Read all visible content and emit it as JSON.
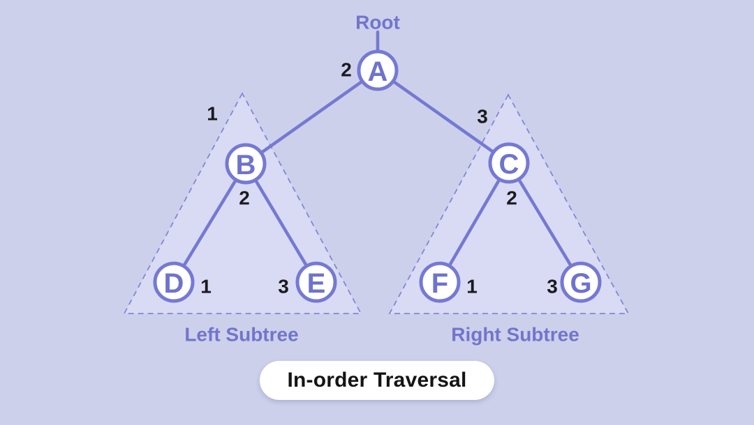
{
  "colors": {
    "background": "#cdd0ea",
    "triangle-fill": "#d9dbf5",
    "triangle-border": "#8187d8",
    "edge": "#7579d3",
    "node-border": "#7579d3",
    "node-fill": "#ffffff",
    "node-letter": "#6e73cc",
    "heading": "#7175cd",
    "number": "#1a1a1e",
    "pill-bg": "#ffffff",
    "pill-text": "#141414"
  },
  "tree": {
    "root_label": "Root",
    "root": {
      "label": "A",
      "order": "2"
    },
    "left_subtree": {
      "label": "Left Subtree",
      "order": "1",
      "root": {
        "label": "B",
        "order": "2"
      },
      "left": {
        "label": "D",
        "order": "1"
      },
      "right": {
        "label": "E",
        "order": "3"
      }
    },
    "right_subtree": {
      "label": "Right Subtree",
      "order": "3",
      "root": {
        "label": "C",
        "order": "2"
      },
      "left": {
        "label": "F",
        "order": "1"
      },
      "right": {
        "label": "G",
        "order": "3"
      }
    }
  },
  "caption": {
    "text": "In-order Traversal"
  }
}
